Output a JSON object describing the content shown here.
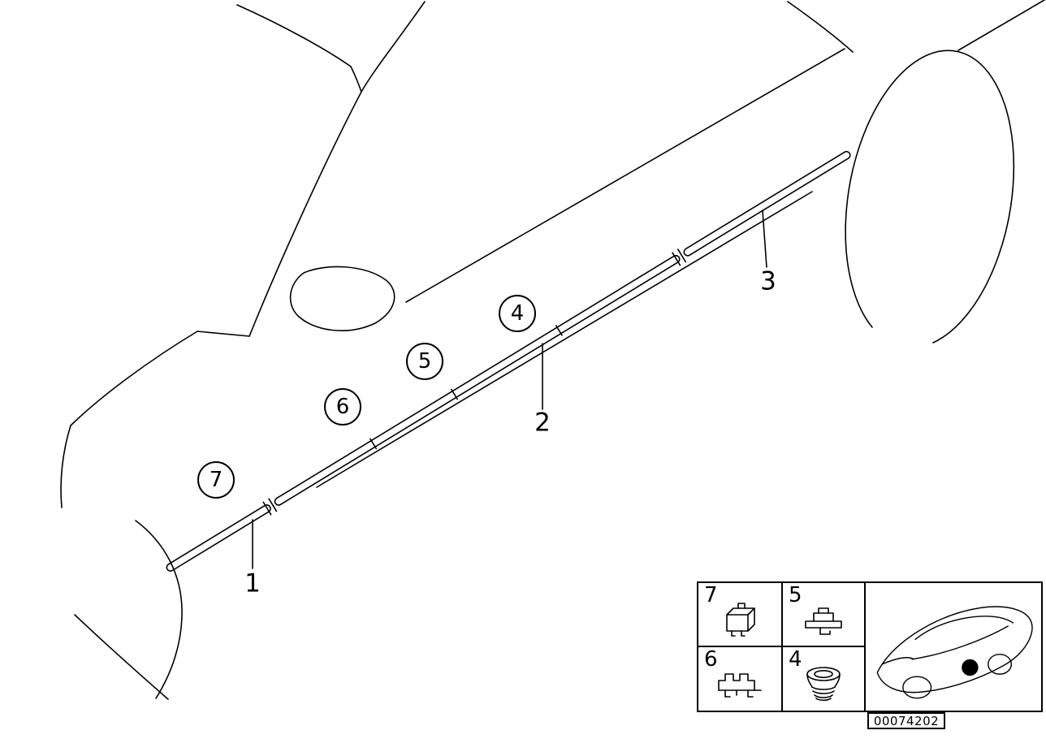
{
  "diagram": {
    "callouts": [
      {
        "label": "1",
        "style": "plain"
      },
      {
        "label": "2",
        "style": "plain"
      },
      {
        "label": "3",
        "style": "plain"
      },
      {
        "label": "4",
        "style": "circled"
      },
      {
        "label": "5",
        "style": "circled"
      },
      {
        "label": "6",
        "style": "circled"
      },
      {
        "label": "7",
        "style": "circled"
      }
    ]
  },
  "legend": {
    "cells": [
      {
        "label": "7",
        "icon": "expanding-rivet-clip-icon"
      },
      {
        "label": "5",
        "icon": "molding-clip-icon"
      },
      {
        "label": "6",
        "icon": "molding-clamp-icon"
      },
      {
        "label": "4",
        "icon": "grommet-icon"
      }
    ],
    "car_thumbnail": {
      "icon": "car-location-thumbnail",
      "marker": "location-dot"
    }
  },
  "footer": {
    "part_number": "00074202"
  },
  "colors": {
    "line": "#000000",
    "background": "#ffffff",
    "marker": "#000000"
  }
}
